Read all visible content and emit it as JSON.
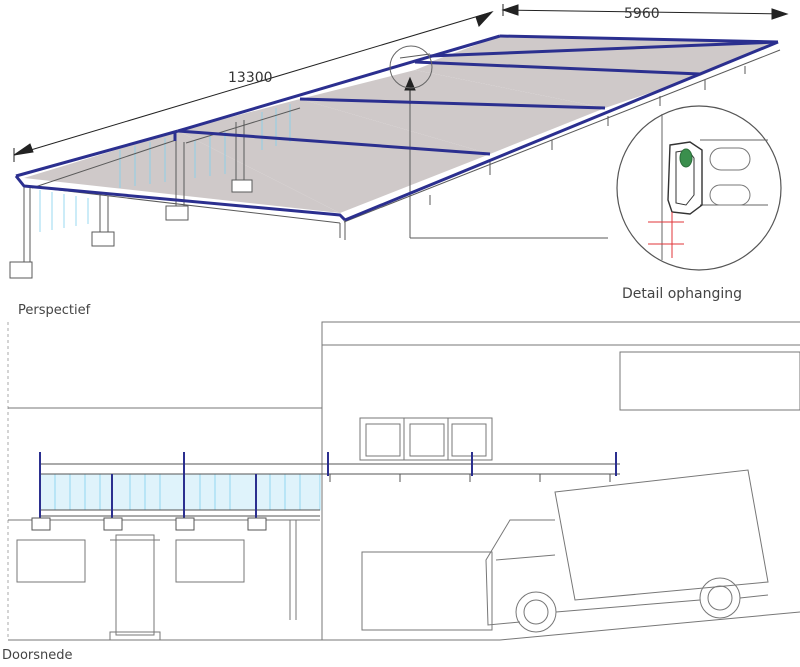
{
  "dimensions": {
    "length": "13300",
    "width": "5960"
  },
  "labels": {
    "detail": "Detail ophanging",
    "perspective": "Perspectief",
    "section": "Doorsnede"
  },
  "colors": {
    "frame": "#2b2f8f",
    "line": "#5a5a5a",
    "thin": "#8a8a8a",
    "roof_fill": "#cfc9c9",
    "glass": "#7fd0ee",
    "detail_accent": "#e0343a",
    "detail_green": "#3a8f4d"
  }
}
